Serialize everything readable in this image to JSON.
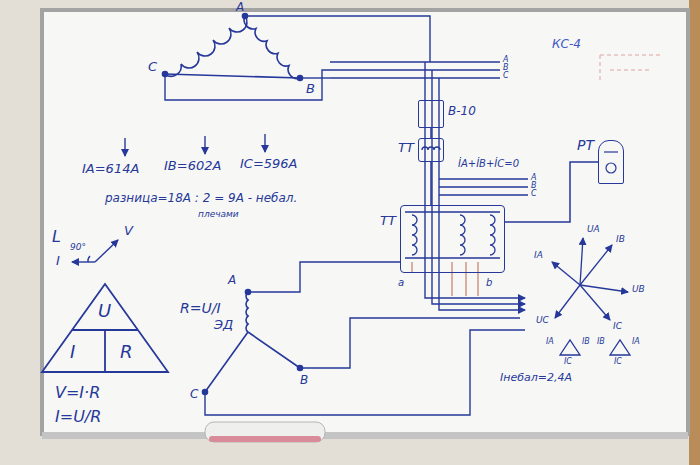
{
  "diagram": {
    "nodes": [
      {
        "text": [
          "В-10"
        ]
      },
      {
        "text": [
          "ТТ"
        ]
      },
      {
        "text": [
          "ТТ"
        ]
      },
      {
        "text": [
          "РТ"
        ]
      },
      {
        "text": [
          "U",
          "I",
          "R"
        ]
      }
    ],
    "edges": [
      {
        "from": 0,
        "to": 1,
        "arrow": "none"
      },
      {
        "from": 1,
        "to": 2,
        "arrow": "none"
      },
      {
        "from": 2,
        "to": 3,
        "arrow": "none"
      }
    ],
    "labels": [
      "A",
      "C",
      "B",
      "КС-4",
      "A",
      "B",
      "C",
      "İA+İB+İC=0",
      "A",
      "B",
      "C",
      "IA=614A",
      "IB=602A",
      "IC=596A",
      "разница=18A : 2 = 9A - небал.",
      "плечами",
      "L",
      "V",
      "I",
      "90°",
      "R=U/I",
      "V=I·R",
      "I=U/R",
      "ЭД",
      "A",
      "B",
      "C",
      "a",
      "b",
      "Iнебал=2,4A",
      "UA",
      "IB",
      "IA",
      "UB",
      "UC",
      "IC",
      "IA",
      "IB",
      "IC",
      "IB",
      "IA",
      "IC"
    ]
  }
}
